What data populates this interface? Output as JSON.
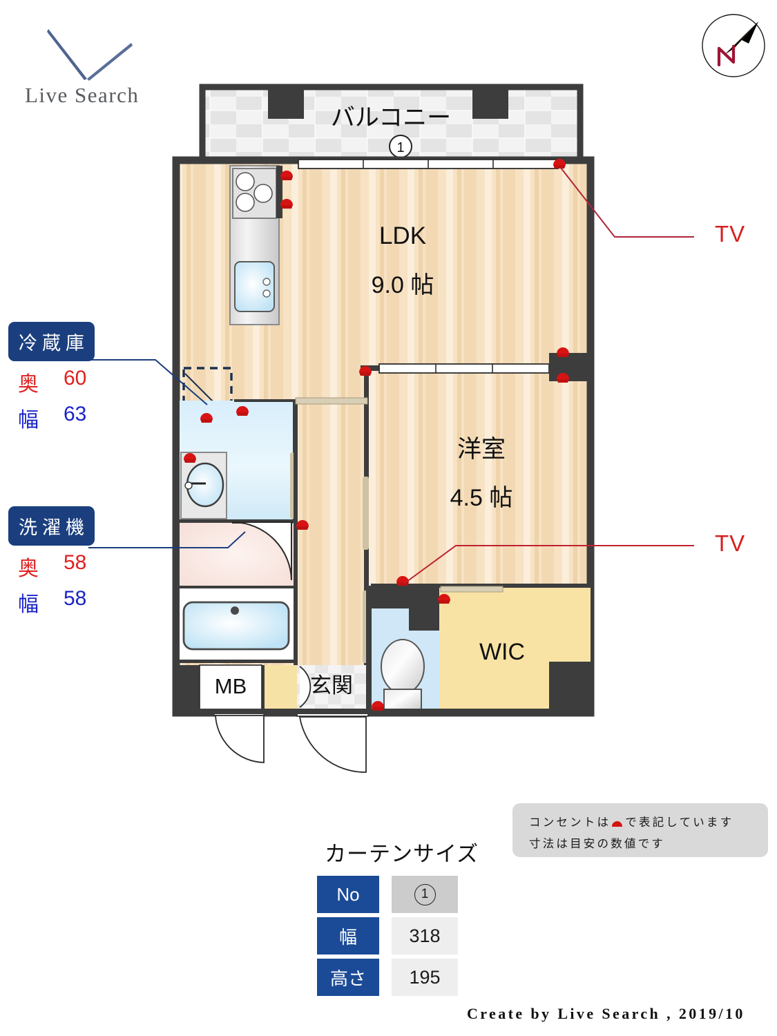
{
  "brand": {
    "logo_text": "Live Search",
    "logo_icon": "checkmark-v-icon"
  },
  "compass": {
    "icon": "compass-north-icon",
    "north_letter": "N"
  },
  "floorplan": {
    "rooms": [
      {
        "id": "balcony",
        "label": "バルコニー",
        "marker": "1"
      },
      {
        "id": "ldk",
        "label": "LDK",
        "area": "9.0 帖"
      },
      {
        "id": "bedroom",
        "label": "洋室",
        "area": "4.5 帖"
      },
      {
        "id": "wic",
        "label": "WIC"
      },
      {
        "id": "mb",
        "label": "MB"
      },
      {
        "id": "genkan",
        "label": "玄関"
      }
    ],
    "tv_outlets": [
      {
        "id": "tv-ldk",
        "label": "TV"
      },
      {
        "id": "tv-bedroom",
        "label": "TV"
      }
    ]
  },
  "appliances": [
    {
      "id": "refrigerator",
      "title": "冷蔵庫",
      "depth_key": "奥",
      "depth_value": "60",
      "width_key": "幅",
      "width_value": "63"
    },
    {
      "id": "washing-machine",
      "title": "洗濯機",
      "depth_key": "奥",
      "depth_value": "58",
      "width_key": "幅",
      "width_value": "58"
    }
  ],
  "curtain": {
    "title": "カーテンサイズ",
    "rows": [
      {
        "key": "No",
        "value": "1",
        "is_circle": true
      },
      {
        "key": "幅",
        "value": "318",
        "is_circle": false
      },
      {
        "key": "高さ",
        "value": "195",
        "is_circle": false
      }
    ]
  },
  "note": {
    "line1_a": "コンセントは",
    "line1_b": "で表記しています",
    "line2": "寸法は目安の数値です"
  },
  "footer": {
    "text": "Create by Live Search , 2019/10"
  },
  "colors": {
    "brand_blue": "#1b3f7e",
    "table_blue": "#1b4b96",
    "depth_red": "#e02020",
    "width_blue": "#1a23c8",
    "tv_red": "#d81f1f",
    "outlet_red": "#d41414",
    "wall_dark": "#3d3d3d",
    "floor_wood": "#f6e3c8",
    "wic_yellow": "#f7e3a8",
    "water_blue": "#cfeaf8",
    "dressing_pink": "#f8e6e2",
    "balcony_tile": "#f1f1f1"
  }
}
